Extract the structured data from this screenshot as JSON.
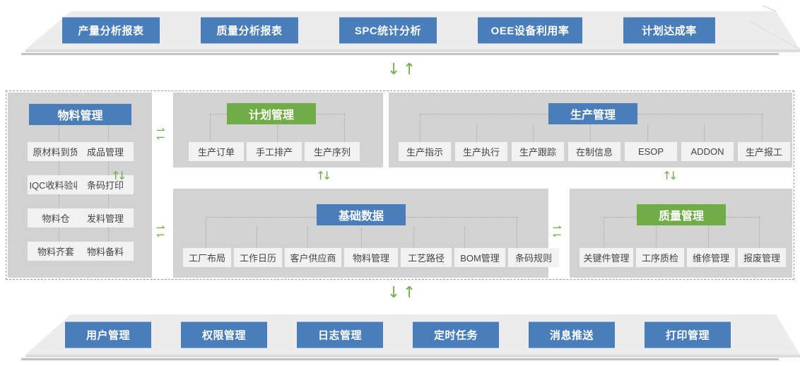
{
  "top_banner": {
    "name": "reporting-layer",
    "buttons": [
      {
        "label": "产量分析报表",
        "width": 138
      },
      {
        "label": "质量分析报表",
        "width": 138
      },
      {
        "label": "SPC统计分析",
        "width": 138
      },
      {
        "label": "OEE设备利用率",
        "width": 148
      },
      {
        "label": "计划达成率",
        "width": 130
      }
    ]
  },
  "bottom_banner": {
    "name": "system-layer",
    "buttons": [
      {
        "label": "用户管理",
        "width": 122
      },
      {
        "label": "权限管理",
        "width": 122
      },
      {
        "label": "日志管理",
        "width": 122
      },
      {
        "label": "定时任务",
        "width": 122
      },
      {
        "label": "消息推送",
        "width": 122
      },
      {
        "label": "打印管理",
        "width": 122
      }
    ]
  },
  "panels": {
    "material": {
      "title": "物料管理",
      "header_color": "#4a7ebb",
      "columns": [
        [
          "原材料到货",
          "IQC收料验收",
          "物料仓",
          "物料齐套"
        ],
        [
          "成品管理",
          "条码打印",
          "发料管理",
          "物料备料"
        ]
      ]
    },
    "plan": {
      "title": "计划管理",
      "header_color": "#70ad47",
      "items": [
        "生产订单",
        "手工排产",
        "生产序列"
      ]
    },
    "production": {
      "title": "生产管理",
      "header_color": "#4a7ebb",
      "items": [
        "生产指示",
        "生产执行",
        "生产跟踪",
        "在制信息",
        "ESOP",
        "ADDON",
        "生产报工"
      ]
    },
    "basedata": {
      "title": "基础数据",
      "header_color": "#4a7ebb",
      "items": [
        "工厂布局",
        "工作日历",
        "客户供应商",
        "物料管理",
        "工艺路径",
        "BOM管理",
        "条码规则"
      ]
    },
    "quality": {
      "title": "质量管理",
      "header_color": "#70ad47",
      "items": [
        "关键件管理",
        "工序质检",
        "维修管理",
        "报废管理"
      ]
    }
  },
  "connectors": {
    "down_arrow": "↓",
    "up_arrow": "↑",
    "right_arrow": "⇀",
    "left_arrow": "↽",
    "color": "#70ad47"
  },
  "colors": {
    "blue": "#4a7ebb",
    "green": "#70ad47",
    "panel_gray": "#d2d2d2",
    "leaf_gray": "#f2f2f2",
    "banner_gray": "#e8e8e8"
  }
}
